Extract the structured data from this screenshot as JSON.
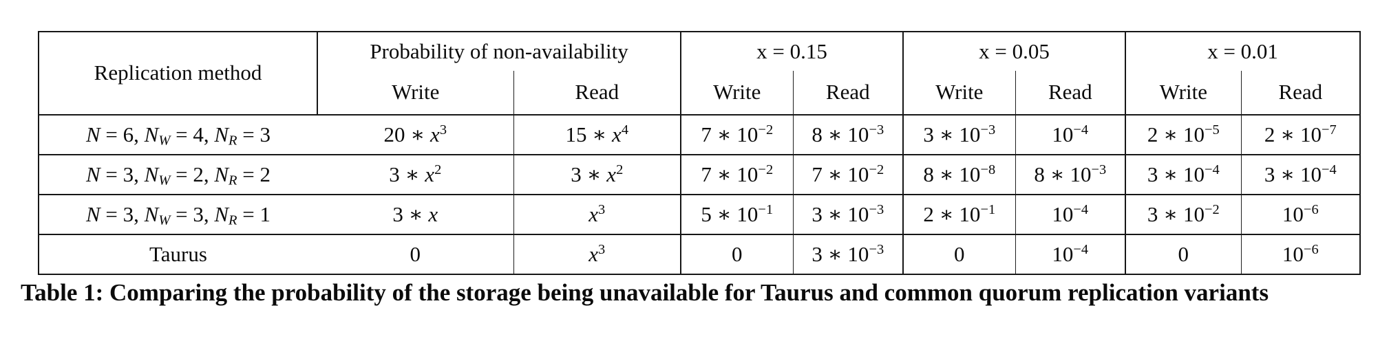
{
  "colors": {
    "text": "#0b0b0b",
    "border": "#161616",
    "background": "#ffffff"
  },
  "table": {
    "corner_header": "Replication method",
    "groups": [
      {
        "label": "Probability of non-availability"
      },
      {
        "label": "x = 0.15"
      },
      {
        "label": "x = 0.05"
      },
      {
        "label": "x = 0.01"
      }
    ],
    "sub_headers": [
      "Write",
      "Read",
      "Write",
      "Read",
      "Write",
      "Read",
      "Write",
      "Read"
    ],
    "rows": [
      {
        "method": "$N$ = 6, $N$_{$W$} = 4, $N$_{$R$} = 3",
        "cells": [
          "20 ∗ $x$^{3}",
          "15 ∗ $x$^{4}",
          "7 ∗ 10^{−2}",
          "8 ∗ 10^{−3}",
          "3 ∗ 10^{−3}",
          "10^{−4}",
          "2 ∗ 10^{−5}",
          "2 ∗ 10^{−7}"
        ]
      },
      {
        "method": "$N$ = 3, $N$_{$W$} = 2, $N$_{$R$} = 2",
        "cells": [
          "3 ∗ $x$^{2}",
          "3 ∗ $x$^{2}",
          "7 ∗ 10^{−2}",
          "7 ∗ 10^{−2}",
          "8 ∗ 10^{−8}",
          "8 ∗ 10^{−3}",
          "3 ∗ 10^{−4}",
          "3 ∗ 10^{−4}"
        ]
      },
      {
        "method": "$N$ = 3, $N$_{$W$} = 3, $N$_{$R$} = 1",
        "cells": [
          "3 ∗ $x$",
          "$x$^{3}",
          "5 ∗ 10^{−1}",
          "3 ∗ 10^{−3}",
          "2 ∗ 10^{−1}",
          "10^{−4}",
          "3 ∗ 10^{−2}",
          "10^{−6}"
        ]
      },
      {
        "method": "Taurus",
        "cells": [
          "0",
          "$x$^{3}",
          "0",
          "3 ∗ 10^{−3}",
          "0",
          "10^{−4}",
          "0",
          "10^{−6}"
        ]
      }
    ]
  },
  "caption": "Table 1: Comparing the probability of the storage being unavailable for Taurus and common quorum replication variants"
}
